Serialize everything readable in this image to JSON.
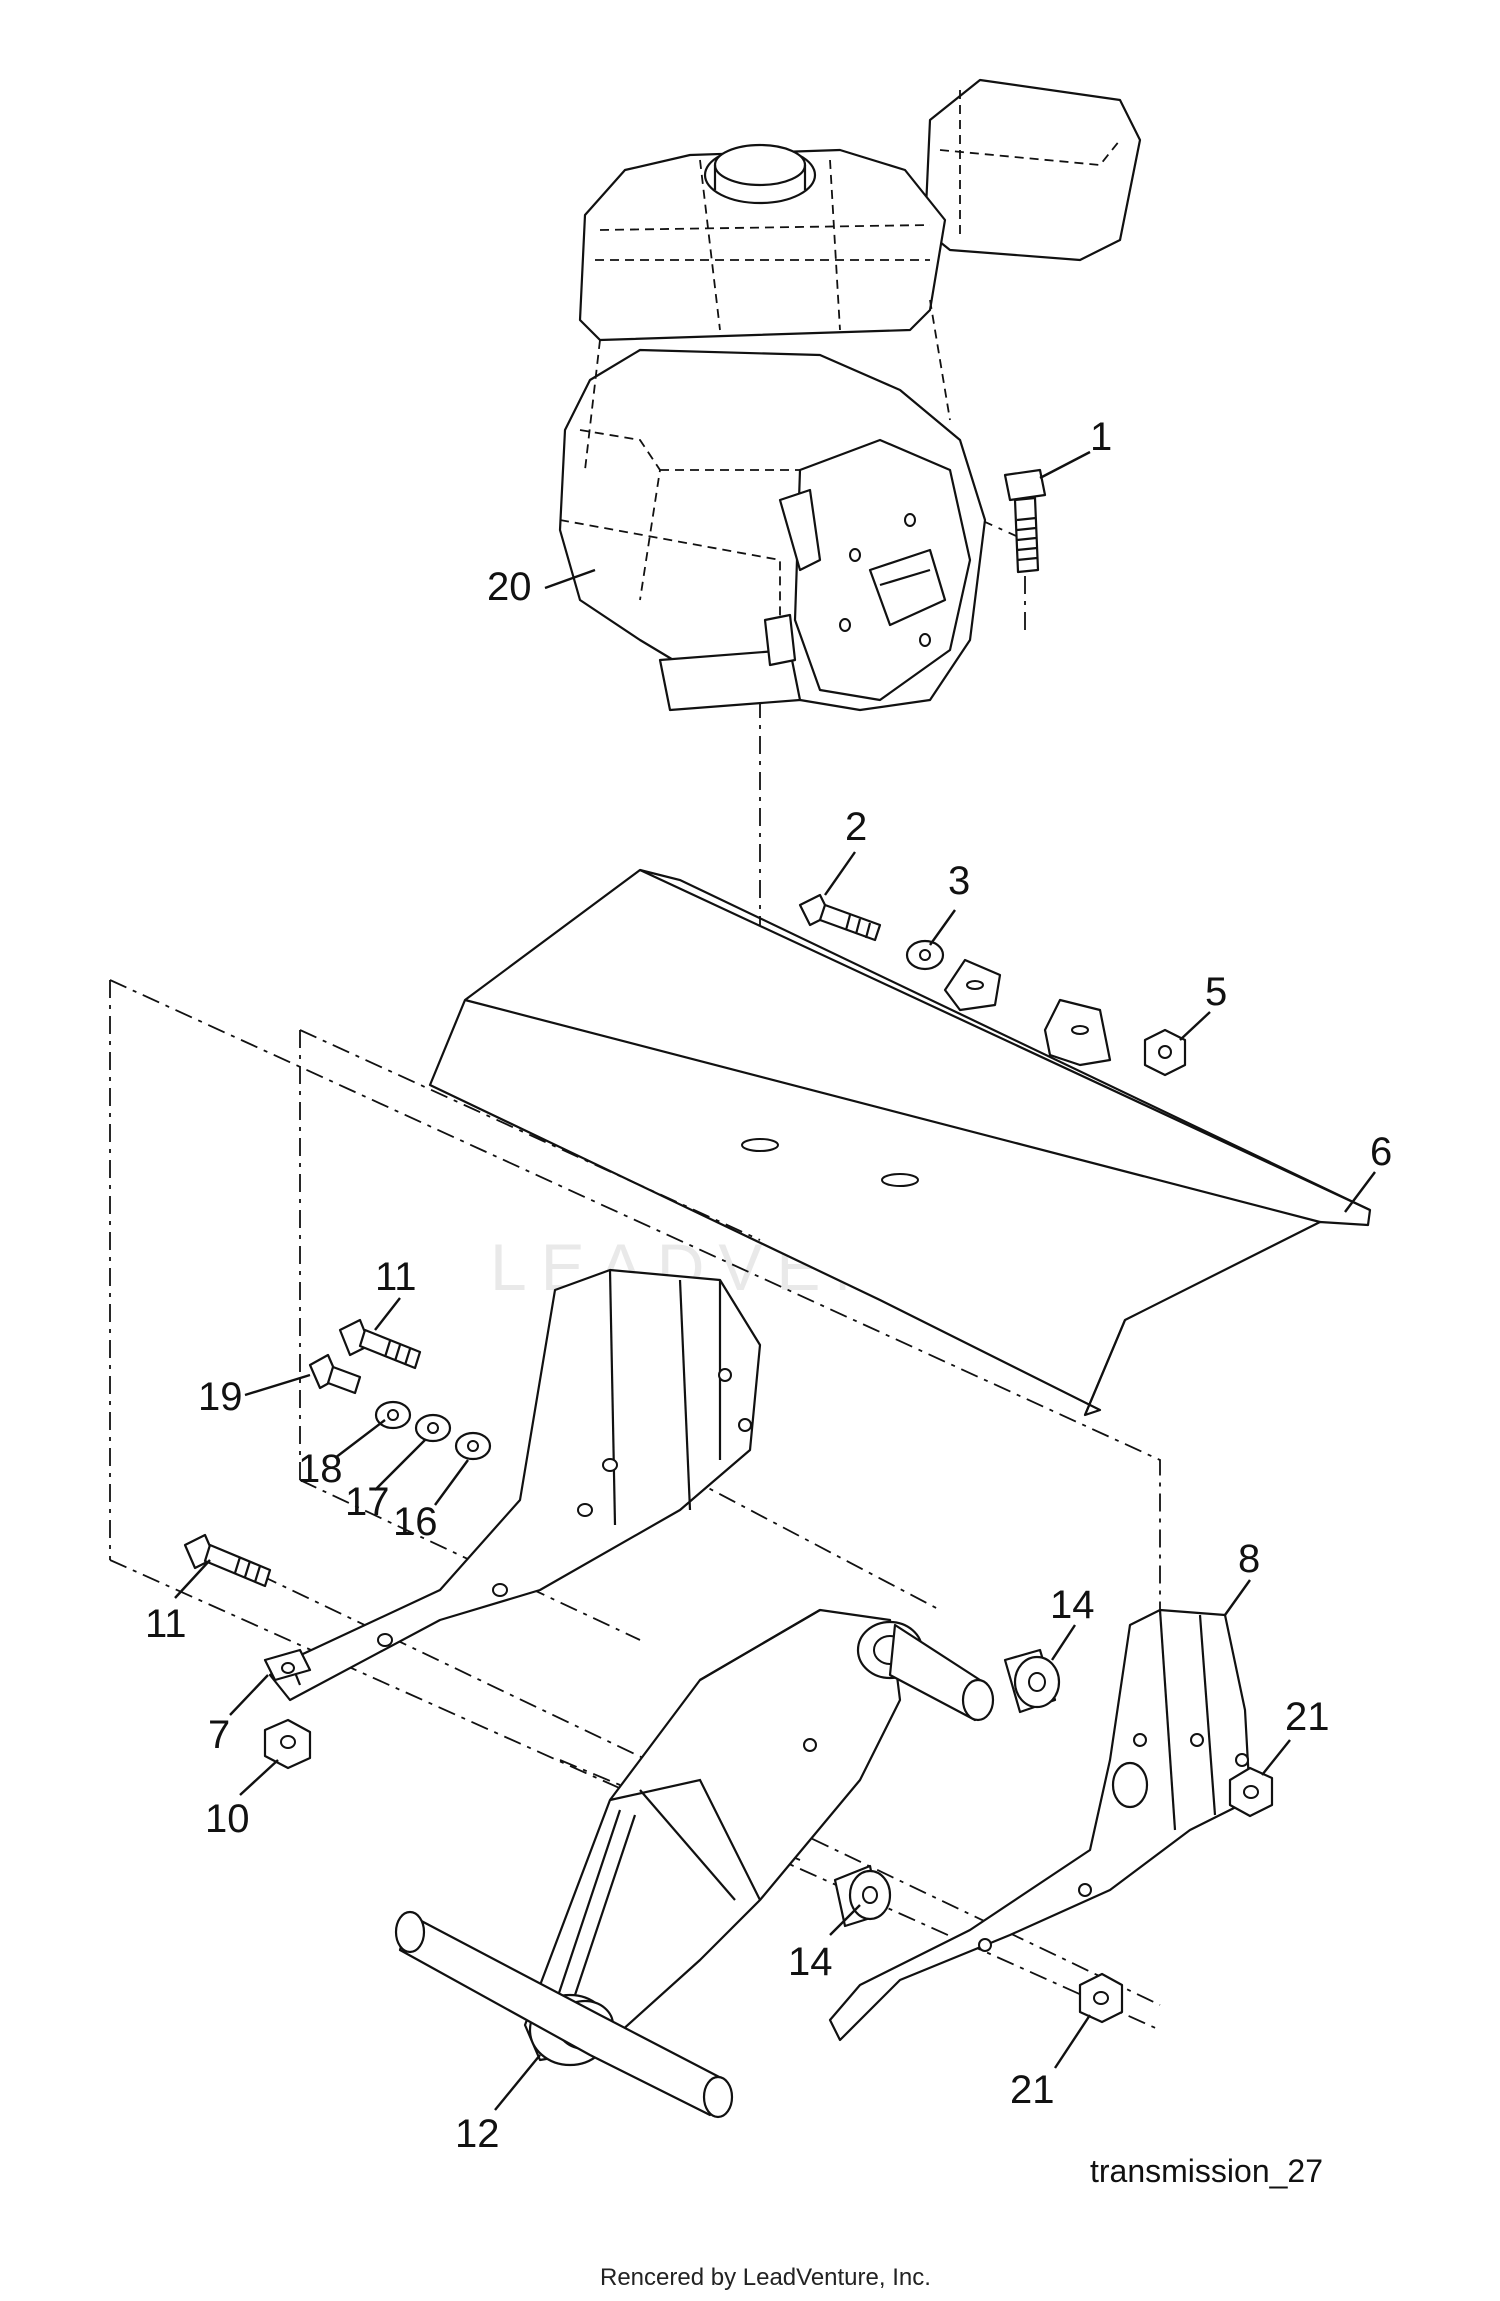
{
  "diagram": {
    "figure_id": "transmission_27",
    "credit": "Rencered by LeadVenture, Inc.",
    "watermark": "LEADVENTURE",
    "callouts": [
      {
        "id": "c1",
        "label": "1"
      },
      {
        "id": "c20",
        "label": "20"
      },
      {
        "id": "c2",
        "label": "2"
      },
      {
        "id": "c3",
        "label": "3"
      },
      {
        "id": "c5",
        "label": "5"
      },
      {
        "id": "c6",
        "label": "6"
      },
      {
        "id": "c11a",
        "label": "11"
      },
      {
        "id": "c19",
        "label": "19"
      },
      {
        "id": "c18",
        "label": "18"
      },
      {
        "id": "c17",
        "label": "17"
      },
      {
        "id": "c16",
        "label": "16"
      },
      {
        "id": "c11b",
        "label": "11"
      },
      {
        "id": "c7",
        "label": "7"
      },
      {
        "id": "c10",
        "label": "10"
      },
      {
        "id": "c14a",
        "label": "14"
      },
      {
        "id": "c8",
        "label": "8"
      },
      {
        "id": "c21a",
        "label": "21"
      },
      {
        "id": "c14b",
        "label": "14"
      },
      {
        "id": "c21b",
        "label": "21"
      },
      {
        "id": "c12",
        "label": "12"
      }
    ]
  }
}
